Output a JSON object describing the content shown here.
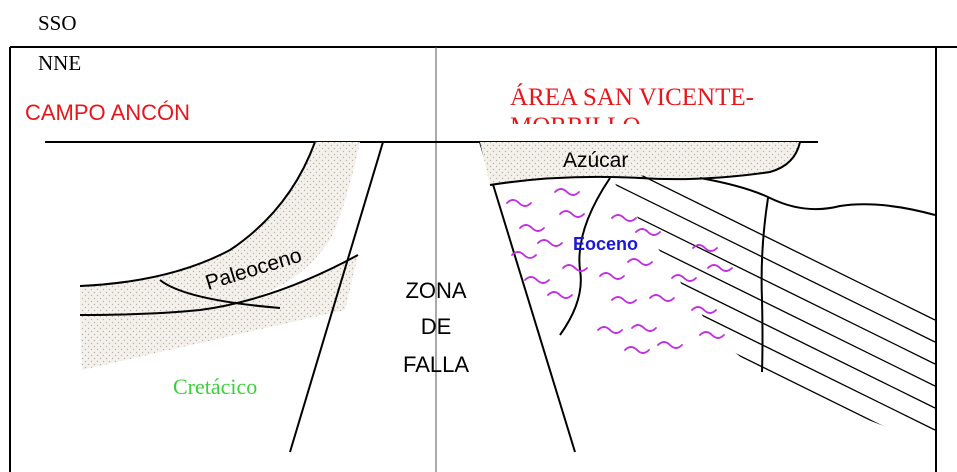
{
  "orientation": {
    "left": "SSO",
    "right": "NNE"
  },
  "areas": {
    "left": "CAMPO ANCÓN",
    "right_line1": "ÁREA SAN VICENTE-",
    "right_line2": "MORRILLO"
  },
  "units": {
    "azucar": "Azúcar",
    "eoceno": "Eoceno",
    "paleoceno": "Paleoceno",
    "cretacico": "Cretácico"
  },
  "fault_zone": {
    "line1": "ZONA",
    "line2": "DE",
    "line3": "FALLA"
  },
  "colors": {
    "area_label": "#e8161b",
    "eoceno_label": "#1a1ad6",
    "cretacico_label": "#3ccf3c",
    "wave_symbol": "#c030e0",
    "outline": "#000000",
    "dot_fill": "#d6d0c4"
  }
}
